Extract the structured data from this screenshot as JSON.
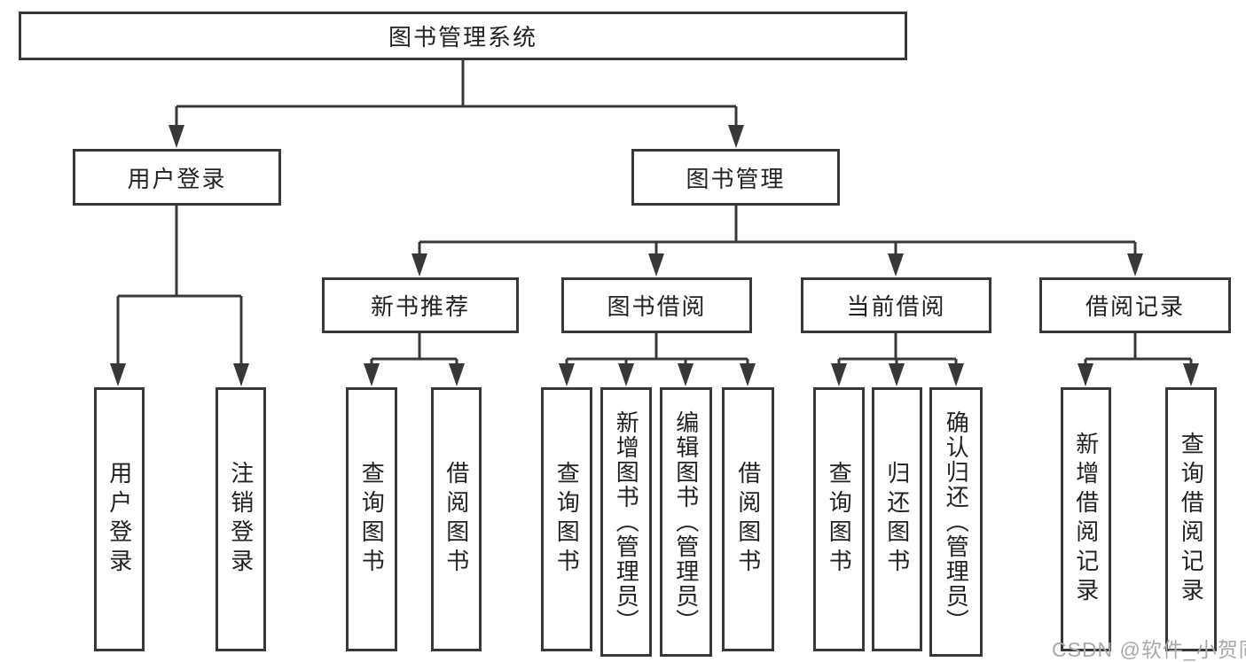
{
  "tree": {
    "root": {
      "label": "图书管理系统"
    },
    "branches": [
      {
        "label": "用户登录",
        "children": [
          {
            "label": "用户登录"
          },
          {
            "label": "注销登录"
          }
        ]
      },
      {
        "label": "图书管理",
        "children": [
          {
            "label": "新书推荐",
            "children": [
              {
                "label": "查询图书"
              },
              {
                "label": "借阅图书"
              }
            ]
          },
          {
            "label": "图书借阅",
            "children": [
              {
                "label": "查询图书"
              },
              {
                "label": "新增图书（管理员）"
              },
              {
                "label": "编辑图书（管理员）"
              },
              {
                "label": "借阅图书"
              }
            ]
          },
          {
            "label": "当前借阅",
            "children": [
              {
                "label": "查询图书"
              },
              {
                "label": "归还图书"
              },
              {
                "label": "确认归还（管理员）"
              }
            ]
          },
          {
            "label": "借阅记录",
            "children": [
              {
                "label": "新增借阅记录"
              },
              {
                "label": "查询借阅记录"
              }
            ]
          }
        ]
      }
    ]
  },
  "watermark": {
    "text": "CSDN @软件_小贺同学"
  },
  "colors": {
    "line": "#383838",
    "text": "#222222",
    "watermark": "#a9a9a9",
    "background": "#ffffff"
  }
}
